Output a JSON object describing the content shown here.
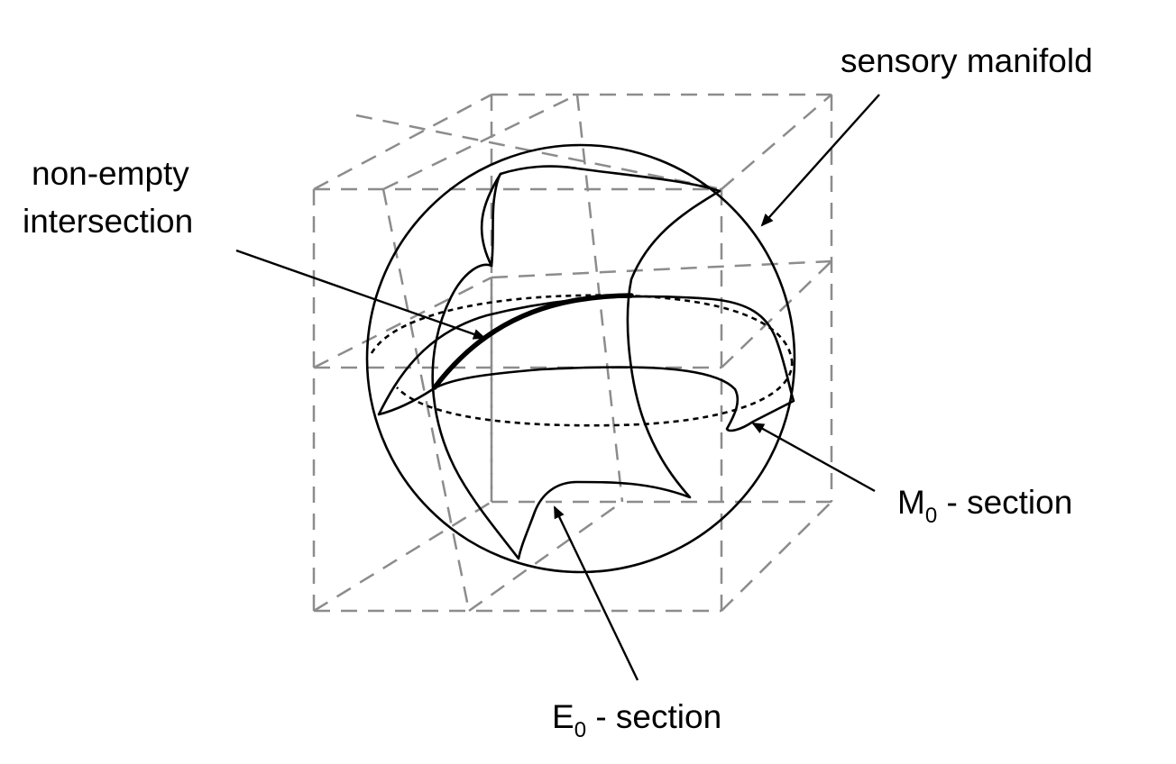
{
  "labels": {
    "sensory_manifold": "sensory manifold",
    "intersection_line1": "non-empty",
    "intersection_line2": "intersection",
    "m0_main": "M",
    "m0_sub": "0",
    "m0_rest": " - section",
    "e0_main": "E",
    "e0_sub": "0",
    "e0_rest": " - section"
  },
  "colors": {
    "cube_dashes": "#8c8c8c",
    "curves": "#000000",
    "background": "#ffffff"
  }
}
